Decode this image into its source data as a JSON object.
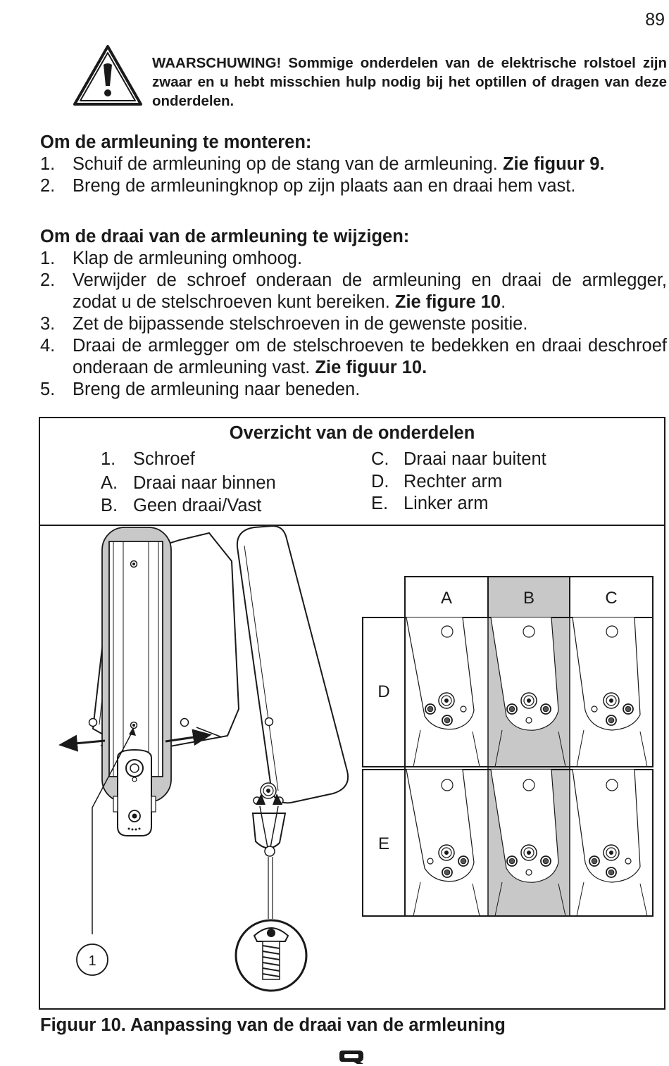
{
  "page_number": "89",
  "warning": {
    "text": "WAARSCHUWING! Sommige onderdelen van de elektrische rolstoel zijn zwaar en u hebt misschien hulp nodig bij het optillen of dragen van deze onderdelen."
  },
  "section1": {
    "heading": "Om de armleuning te monteren:",
    "steps": [
      {
        "num": "1.",
        "text": "Schuif de armleuning op de stang van de armleuning. ",
        "ref": "Zie figuur 9."
      },
      {
        "num": "2.",
        "text": "Breng de armleuningknop op zijn plaats aan en draai hem vast.",
        "ref": ""
      }
    ]
  },
  "section2": {
    "heading": "Om de draai van de armleuning te wijzigen:",
    "steps": [
      {
        "num": "1.",
        "text": "Klap de armleuning omhoog.",
        "ref": "",
        "tail": ""
      },
      {
        "num": "2.",
        "text": "Verwijder de schroef onderaan de armleuning en draai de armlegger, zodat u de stelschroeven kunt bereiken. ",
        "ref": "Zie figure 10",
        "tail": "."
      },
      {
        "num": "3.",
        "text": "Zet de bijpassende stelschroeven in de gewenste positie.",
        "ref": "",
        "tail": ""
      },
      {
        "num": "4.",
        "text": "Draai de armlegger om de stelschroeven te bedekken en draai deschroef onderaan de armleuning vast. ",
        "ref": "Zie figuur 10.",
        "tail": ""
      },
      {
        "num": "5.",
        "text": "Breng de armleuning naar beneden.",
        "ref": "",
        "tail": ""
      }
    ]
  },
  "overview": {
    "title": "Overzicht van de onderdelen",
    "items": [
      {
        "key": "1.",
        "label": "Schroef"
      },
      {
        "key": "A.",
        "label": "Draai naar binnen"
      },
      {
        "key": "B.",
        "label": "Geen draai/Vast"
      },
      {
        "key": "C.",
        "label": "Draai naar buitent"
      },
      {
        "key": "D.",
        "label": "Rechter arm"
      },
      {
        "key": "E.",
        "label": "Linker arm"
      }
    ]
  },
  "figure": {
    "callout": "1",
    "columns": [
      "A",
      "B",
      "C"
    ],
    "rows": [
      "D",
      "E"
    ],
    "highlight_color": "#c8c8c8"
  },
  "caption": "Figuur 10. Aanpassing van de draai van de armleuning",
  "brand_icon": "q-logo-icon"
}
